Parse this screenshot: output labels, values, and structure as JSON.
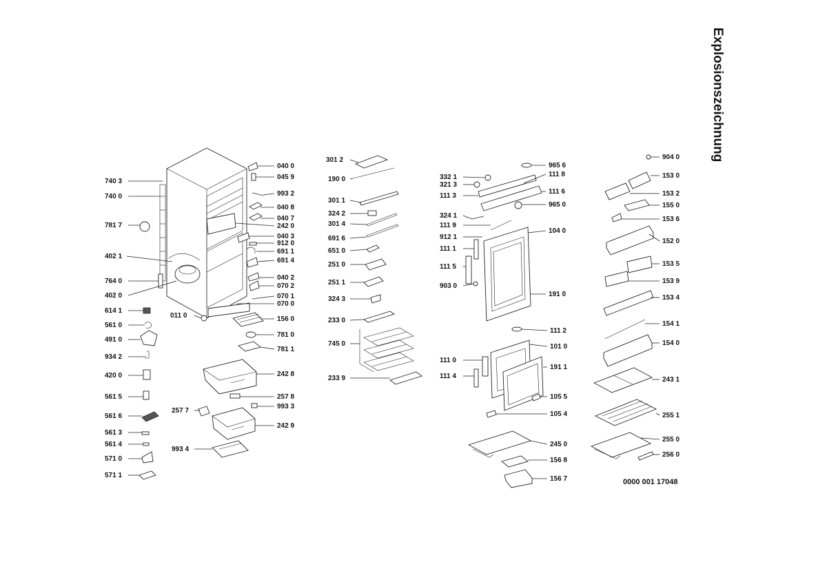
{
  "title": "Explosionszeichnung",
  "drawing_number": "0000 001 17048",
  "part_labels": [
    "740 3",
    "740 0",
    "781 7",
    "402 1",
    "764 0",
    "402 0",
    "614 1",
    "561 0",
    "491 0",
    "934 2",
    "420 0",
    "561 5",
    "561 6",
    "561 3",
    "561 4",
    "571 0",
    "571 1",
    "011 0",
    "040 0",
    "045 9",
    "993 2",
    "040 8",
    "040 7",
    "242 0",
    "040 3",
    "912 0",
    "691 1",
    "691 4",
    "040 2",
    "070 2",
    "070 1",
    "070 0",
    "156 0",
    "781 0",
    "781 1",
    "242 8",
    "257 8",
    "257 7",
    "993 3",
    "242 9",
    "993 4",
    "301 2",
    "190 0",
    "301 1",
    "324 2",
    "301 4",
    "691 6",
    "651 0",
    "251 0",
    "251 1",
    "324 3",
    "233 0",
    "745 0",
    "233 9",
    "332 1",
    "321 3",
    "111 3",
    "324 1",
    "111 9",
    "912 1",
    "111 1",
    "111 5",
    "903 0",
    "965 6",
    "111 8",
    "111 6",
    "965 0",
    "104 0",
    "191 0",
    "111 2",
    "101 0",
    "111 0",
    "191 1",
    "111 4",
    "105 5",
    "105 4",
    "245 0",
    "156 8",
    "156 7",
    "904 0",
    "153 0",
    "153 2",
    "155 0",
    "153 6",
    "152 0",
    "153 5",
    "153 9",
    "153 4",
    "154 1",
    "154 0",
    "243 1",
    "255 1",
    "255 0",
    "256 0"
  ]
}
